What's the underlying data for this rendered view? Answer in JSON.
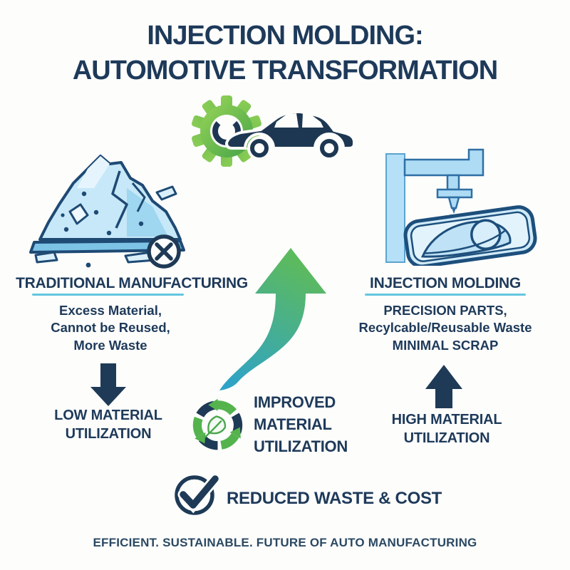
{
  "title": {
    "line1": "INJECTION MOLDING:",
    "line2": "AUTOMOTIVE TRANSFORMATION"
  },
  "left_column": {
    "heading": "TRADITIONAL MANUFACTURING",
    "body": [
      "Excess Material,",
      "Cannot be Reused,",
      "More Waste"
    ],
    "result": [
      "LOW MATERIAL",
      "UTILIZATION"
    ]
  },
  "right_column": {
    "heading": "INJECTION MOLDING",
    "body": [
      "PRECISION PARTS,",
      "Recylcable/Reusable Waste",
      "MINIMAL SCRAP"
    ],
    "result": [
      "HIGH MATERIAL",
      "UTILIZATION"
    ]
  },
  "center": {
    "improved": [
      "IMPROVED",
      "MATERIAL",
      "UTILIZATION"
    ],
    "benefit": "REDUCED WASTE & COST"
  },
  "footer": {
    "text": "EFFICIENT. SUSTAINABLE. FUTURE OF AUTO MANUFACTURING"
  },
  "icons": {
    "top": [
      "gear-icon",
      "car-icon"
    ],
    "left": [
      "scrap-pile-icon",
      "no-reuse-icon",
      "down-arrow-icon"
    ],
    "center": [
      "growth-arrow-icon",
      "recycle-icon",
      "leaf-icon",
      "check-icon"
    ],
    "right": [
      "molding-machine-icon",
      "headlight-icon",
      "up-arrow-icon"
    ]
  },
  "colors": {
    "navy": "#1e3a5a",
    "underline_cyan": "#64c6e0",
    "green": "#55b34e",
    "teal": "#2fa3c7",
    "light_blue_fill": "#c7e8f8",
    "illustration_stroke": "#1e4a74",
    "background": "#fdfdfc"
  }
}
